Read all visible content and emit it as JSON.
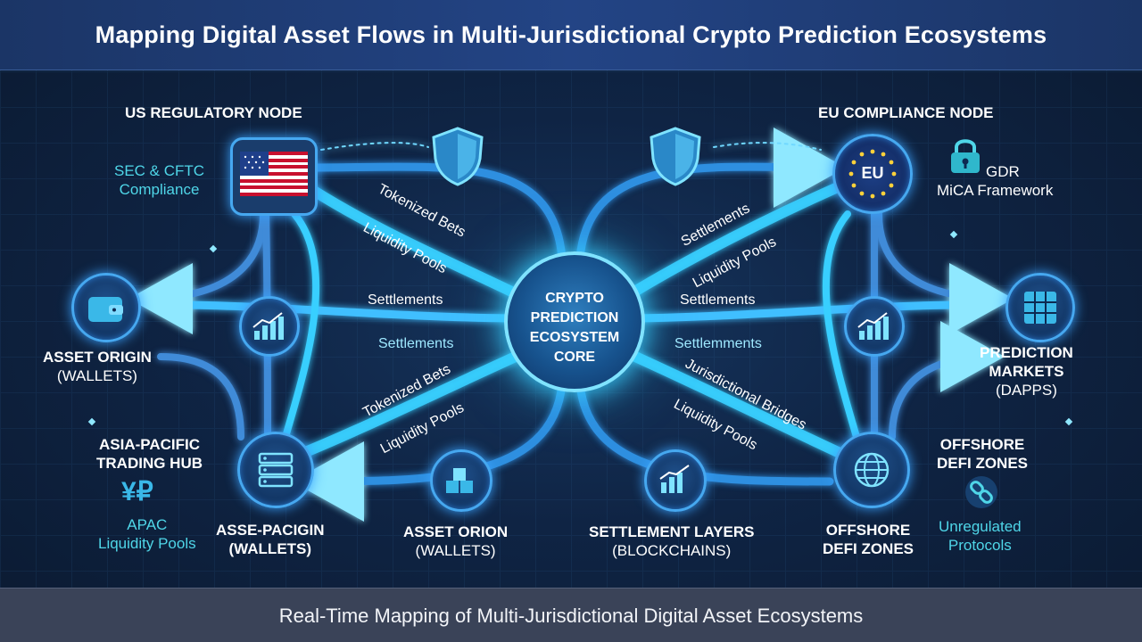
{
  "header": {
    "title": "Mapping Digital Asset Flows in Multi-Jurisdictional Crypto Prediction Ecosystems"
  },
  "footer": {
    "title": "Real-Time Mapping of Multi-Jurisdictional Digital Asset Ecosystems"
  },
  "core": {
    "line1": "CRYPTO",
    "line2": "PREDICTION",
    "line3": "ECOSYSTEM",
    "line4": "CORE"
  },
  "us_node": {
    "title": "US REGULATORY NODE",
    "note_line1": "SEC & CFTC",
    "note_line2": "Compliance"
  },
  "eu_node": {
    "title": "EU COMPLIANCE NODE",
    "badge": "EU",
    "note_line1": "GDR",
    "note_line2": "MiCA Framework"
  },
  "asset_origin": {
    "line1": "ASSET ORIGIN",
    "line2": "(WALLETS)"
  },
  "prediction_markets": {
    "line1": "PREDICTION",
    "line2": "MARKETS",
    "line3": "(DAPPS)"
  },
  "apac_hub": {
    "line1": "ASIA-PACIFIC",
    "line2": "TRADING HUB",
    "note_line1": "APAC",
    "note_line2": "Liquidity Pools",
    "symbols": "¥₽"
  },
  "offshore_top": {
    "line1": "OFFSHORE",
    "line2": "DEFI ZONES",
    "note_line1": "Unregulated",
    "note_line2": "Protocols"
  },
  "bottom_nodes": [
    {
      "line1": "ASSE-PACIGIN",
      "line2": "(WALLETS)"
    },
    {
      "line1": "ASSET ORION",
      "line2": "(WALLETS)"
    },
    {
      "line1": "SETTLEMENT LAYERS",
      "line2": "(BLOCKCHAINS)"
    },
    {
      "line1": "OFFSHORE",
      "line2": "DEFI ZONES"
    }
  ],
  "flow_labels": {
    "l_tokenized_top": "Tokenized Bets",
    "l_liquidity_top": "Liquidity Pools",
    "l_settlements_top": "Settlements",
    "l_settlements_bottom": "Settlements",
    "l_tokenized_bottom": "Tokenized Bets",
    "l_liquidity_bottom": "Liquidity Pools",
    "r_settlements_top": "Settlements",
    "r_liquidity_top": "Liquidity Pools",
    "r_settlements_mid": "Settlements",
    "r_settlements_bottom": "Settlemments",
    "r_jurisdictional": "Jurisdictional Bridges",
    "r_liquidity_bottom": "Liquidity Pools"
  },
  "icons": {
    "wallet": "wallet-icon",
    "chart": "bar-chart-icon",
    "server": "server-icon",
    "shield": "shield-icon",
    "lock": "lock-icon",
    "cube": "cube-stack-icon",
    "chain": "chain-link-icon",
    "globe": "globe-icon"
  },
  "colors": {
    "flow_glow": "#38cfff",
    "node_border": "#46a8f0",
    "teal_text": "#4fd6e8",
    "header_bg": "#234485",
    "footer_bg": "#3a4358"
  }
}
